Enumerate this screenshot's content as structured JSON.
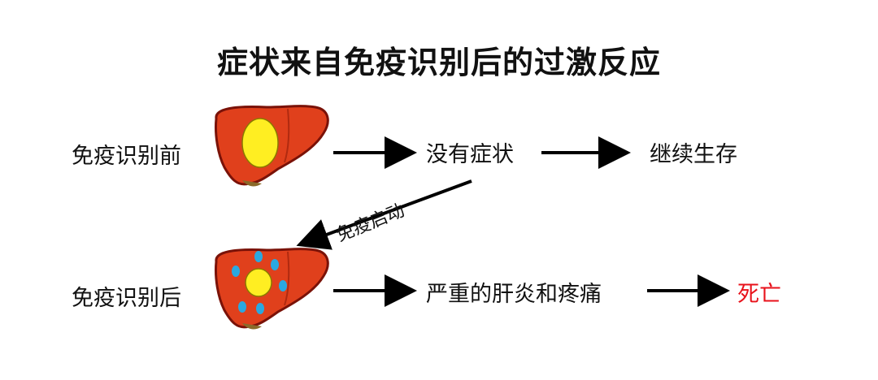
{
  "title": "症状来自免疫识别后的过激反应",
  "rows": {
    "before": {
      "label": "免疫识别前",
      "outcome1": "没有症状",
      "outcome2": "继续生存"
    },
    "after": {
      "label": "免疫识别后",
      "outcome1": "严重的肝炎和疼痛",
      "outcome2": "死亡"
    }
  },
  "trigger_label": "免疫启动",
  "colors": {
    "liver": "#e0401c",
    "liver_outline": "#7a1208",
    "nucleus": "#ffee22",
    "immune_cell": "#2aa8e0",
    "death_text": "#e8121b"
  }
}
